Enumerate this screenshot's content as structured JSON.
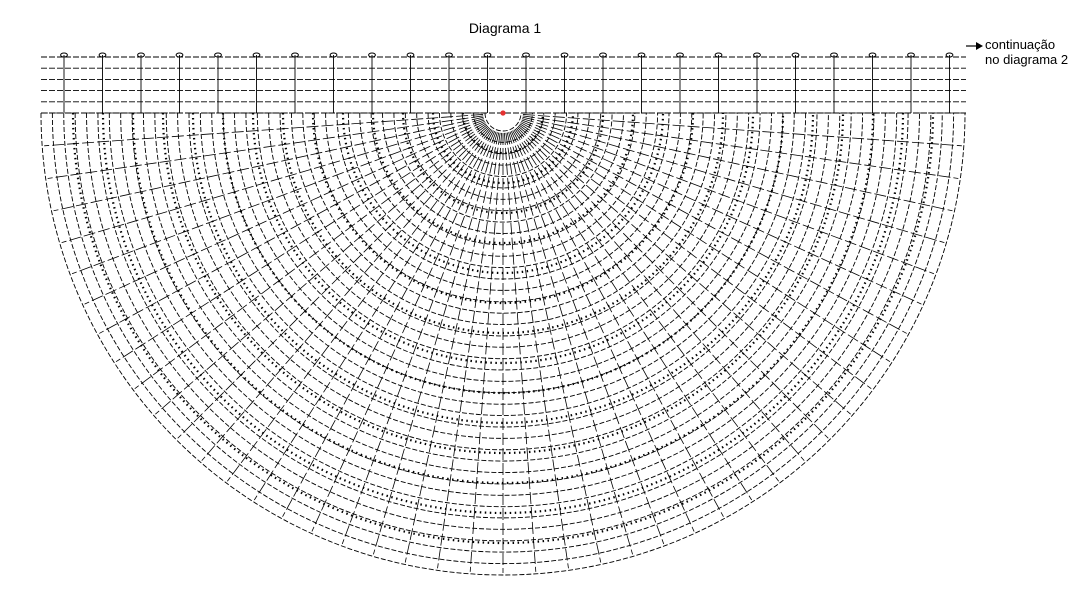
{
  "title": "Diagrama 1",
  "continuation": {
    "line1": "continuação",
    "line2": "no diagrama 2",
    "arrow_icon": "arrow-right-icon"
  },
  "colors": {
    "ink": "#000000",
    "start_marker": "#e53030"
  },
  "diagram": {
    "type": "crochet-chart",
    "shape": "half-circle",
    "symbols": [
      "chain-icon",
      "single-crochet-icon",
      "double-crochet-icon"
    ]
  }
}
